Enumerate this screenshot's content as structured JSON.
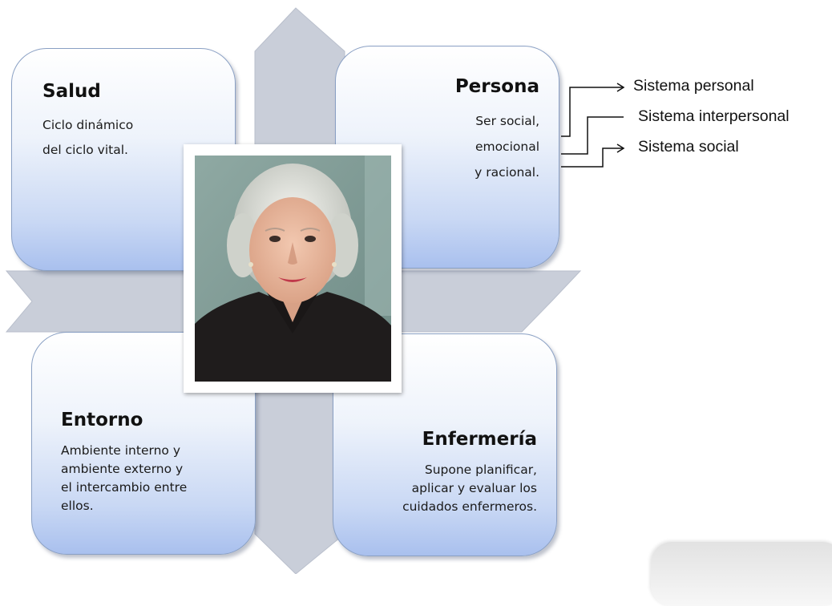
{
  "diagram": {
    "boxes": {
      "salud": {
        "title": "Salud",
        "lines": [
          "Ciclo dinámico",
          "del ciclo vital."
        ]
      },
      "persona": {
        "title": "Persona",
        "lines": [
          "Ser social,",
          "emocional",
          "y racional."
        ]
      },
      "entorno": {
        "title": "Entorno",
        "lines": [
          "Ambiente interno y",
          "ambiente externo y",
          "el intercambio entre",
          "ellos."
        ]
      },
      "enfermeria": {
        "title": "Enfermería",
        "lines": [
          "Supone planificar,",
          "aplicar y evaluar los",
          "cuidados enfermeros."
        ]
      }
    },
    "systems": [
      "Sistema personal",
      "Sistema interpersonal",
      "Sistema social"
    ],
    "colors": {
      "box_border": "#8aa0c4",
      "box_gradient_bottom": "#a9c0ee",
      "arrow_shape": "#c9ced9",
      "text": "#111111"
    },
    "central_image": "portrait-photo"
  }
}
